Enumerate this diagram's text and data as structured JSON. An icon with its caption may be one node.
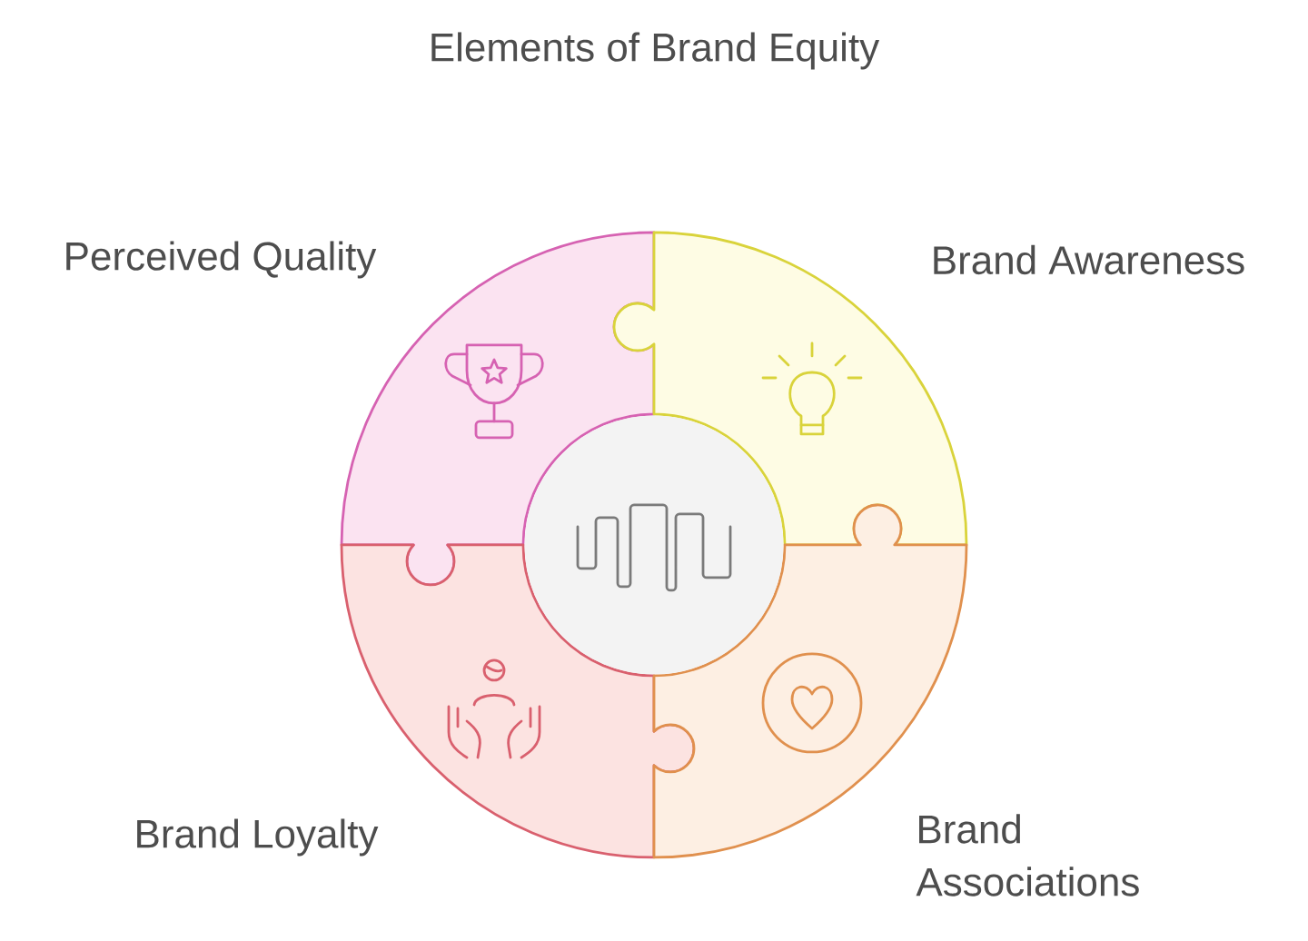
{
  "diagram": {
    "title": "Elements of Brand Equity",
    "nodes": [
      {
        "text": [
          "Perceived Quality"
        ]
      },
      {
        "text": [
          "Brand Awareness"
        ]
      },
      {
        "text": [],
        "shape": "circle"
      },
      {
        "text": [
          "Brand Loyalty"
        ]
      },
      {
        "text": [
          "Brand Associations"
        ]
      }
    ]
  }
}
